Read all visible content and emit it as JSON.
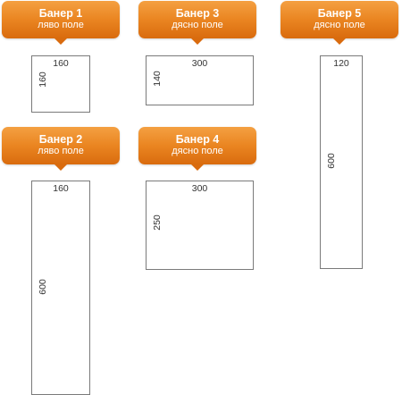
{
  "banners": [
    {
      "title": "Банер 1",
      "position": "ляво поле",
      "width": "160",
      "height": "160"
    },
    {
      "title": "Банер 2",
      "position": "ляво поле",
      "width": "160",
      "height": "600"
    },
    {
      "title": "Банер 3",
      "position": "дясно поле",
      "width": "300",
      "height": "140"
    },
    {
      "title": "Банер 4",
      "position": "дясно поле",
      "width": "300",
      "height": "250"
    },
    {
      "title": "Банер 5",
      "position": "дясно поле",
      "width": "120",
      "height": "600"
    }
  ],
  "colors": {
    "tag_gradient_top": "#f4a042",
    "tag_gradient_bottom": "#d96b0e",
    "box_border": "#7a7a7a"
  }
}
